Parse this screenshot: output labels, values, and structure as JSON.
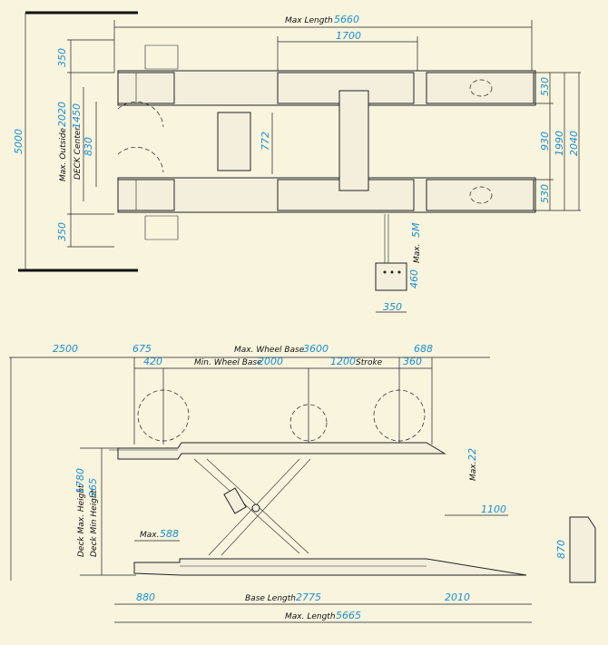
{
  "top_view": {
    "max_length_label": "Max Length",
    "max_length_value": "5660",
    "dim_1700": "1700",
    "dim_5000": "5000",
    "dim_350_top": "350",
    "dim_350_bottom": "350",
    "max_outside_label": "Max. Outside",
    "max_outside_value": "2020",
    "deck_center_label": "DECK Center",
    "deck_center_value": "1450",
    "dim_830": "830",
    "dim_772": "772",
    "dim_530_top": "530",
    "dim_530_bottom": "530",
    "dim_930": "930",
    "dim_1990": "1990",
    "dim_2040": "2040",
    "max5m_label": "Max.",
    "max5m_value": "5M",
    "dim_460": "460",
    "dim_350_console": "350"
  },
  "side_view": {
    "dim_2500": "2500",
    "dim_675": "675",
    "max_wheel_base_label": "Max. Wheel Base",
    "max_wheel_base_value": "3600",
    "dim_688": "688",
    "dim_420": "420",
    "min_wheel_base_label": "Min. Wheel Base",
    "min_wheel_base_value": "2000",
    "stroke_value": "1200",
    "stroke_label": "Stroke",
    "dim_360": "360",
    "max22_label": "Max.",
    "max22_value": "22",
    "dim_1100": "1100",
    "deck_max_height_label": "Deck Max. Height",
    "deck_max_height_value": "1780",
    "deck_min_height_label": "Deck Min Height",
    "deck_min_height_value": "265",
    "max588_label": "Max.",
    "max588_value": "588",
    "dim_870": "870",
    "dim_880": "880",
    "base_length_label": "Base Length",
    "base_length_value": "2775",
    "dim_2010": "2010",
    "max_length_label": "Max. Length",
    "max_length_value": "5665"
  }
}
